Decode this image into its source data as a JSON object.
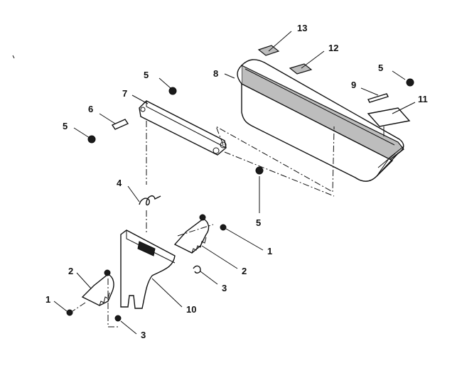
{
  "callouts": {
    "c13": "13",
    "c12": "12",
    "c8": "8",
    "c5_top_mid": "5",
    "c5_top_right": "5",
    "c9": "9",
    "c11": "11",
    "c7": "7",
    "c6": "6",
    "c5_left": "5",
    "c5_center": "5",
    "c4": "4",
    "c1_right": "1",
    "c2_right": "2",
    "c3_mid": "3",
    "c10": "10",
    "c2_left": "2",
    "c1_left": "1",
    "c3_bottom": "3"
  },
  "colors": {
    "ink": "#111111",
    "shading": "#bdbdbd"
  }
}
